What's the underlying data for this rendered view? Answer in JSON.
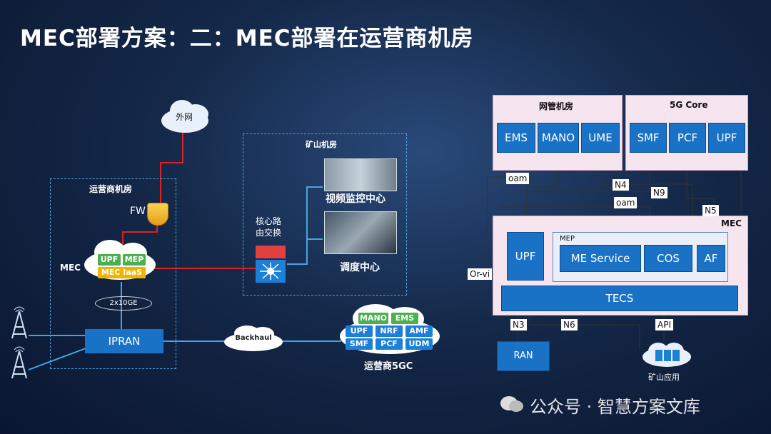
{
  "title": "MEC部署方案：二：MEC部署在运营商机房",
  "left": {
    "waiwang": "外网",
    "fw": "FW",
    "yunying_room": "运营商机房",
    "mec_label": "MEC",
    "upf": "UPF",
    "mep": "MEP",
    "mec_iaas": "MEC IaaS",
    "link": "2x10GE",
    "ipran": "IPRAN",
    "backhaul": "Backhaul",
    "core_switch": "核心路\n由交换",
    "mine_room": "矿山机房",
    "video_center": "视频监控中心",
    "dispatch_center": "调度中心",
    "carrier_5gc": "运营商5GC",
    "fivegc_items": [
      "MANO",
      "EMS",
      "UPF",
      "NRF",
      "AMF",
      "SMF",
      "PCF",
      "UDM"
    ]
  },
  "right": {
    "nm_room": "网管机房",
    "nm_items": [
      "EMS",
      "MANO",
      "UME"
    ],
    "core": "5G Core",
    "core_items": [
      "SMF",
      "PCF",
      "UPF"
    ],
    "mec": "MEC",
    "upf": "UPF",
    "mep": "MEP",
    "me_service": "ME Service",
    "cos": "COS",
    "af": "AF",
    "tecs": "TECS",
    "ran": "RAN",
    "mine_app": "矿山应用",
    "tags": {
      "oam1": "oam",
      "n4": "N4",
      "n9": "N9",
      "oam2": "oam",
      "n5": "N5",
      "orvi": "Or-vi",
      "n3": "N3",
      "n6": "N6",
      "api": "API"
    }
  },
  "footer": "公众号 · 智慧方案文库",
  "colors": {
    "accent": "#1a72c6",
    "red_link": "#e02020",
    "pink": "#f6e4ee"
  }
}
